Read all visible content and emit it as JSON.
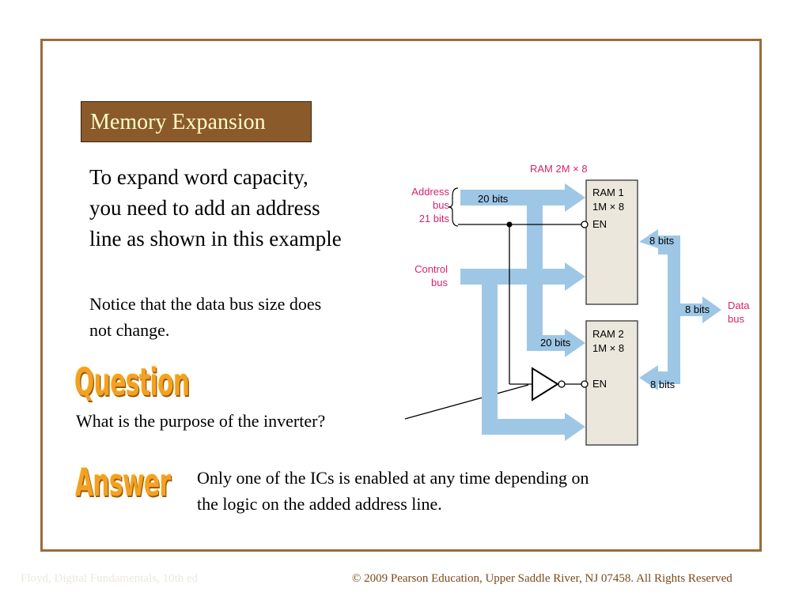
{
  "slide": {
    "title": "Memory Expansion",
    "body_line1": "To expand word capacity,",
    "body_line2": "you need to add an address",
    "body_line3": "line as shown in this example",
    "notice_line1": "Notice that the data bus size does",
    "notice_line2": "not change.",
    "question_wordart": "Question",
    "question_text": "What is the purpose of the inverter?",
    "answer_wordart": "Answer",
    "answer_line1": "Only one of the ICs is enabled at any time depending on",
    "answer_line2": "the logic on the added address line."
  },
  "diagram": {
    "top_label": "RAM 2M × 8",
    "address_bus_label": [
      "Address",
      "bus",
      "21 bits"
    ],
    "control_bus_label": [
      "Control",
      "bus"
    ],
    "ram1": {
      "name": "RAM 1",
      "size": "1M × 8",
      "enable": "EN"
    },
    "ram2": {
      "name": "RAM 2",
      "size": "1M × 8",
      "enable": "EN"
    },
    "addr_bits_top": "20 bits",
    "addr_bits_bottom": "20 bits",
    "data_bits_ram1": "8 bits",
    "data_bits_ram2": "8 bits",
    "data_bits_out": "8 bits",
    "data_bus_label": [
      "Data",
      "bus"
    ],
    "colors": {
      "bus": "#9ec7e6",
      "label": "#d6246e",
      "chip": "#ebe7dc",
      "frame": "#9b6b3c",
      "title_bg": "#8b5a2b"
    }
  },
  "footer": {
    "left": "Floyd, Digital Fundamentals, 10th ed",
    "right": "© 2009 Pearson Education, Upper Saddle River, NJ 07458. All Rights Reserved"
  }
}
